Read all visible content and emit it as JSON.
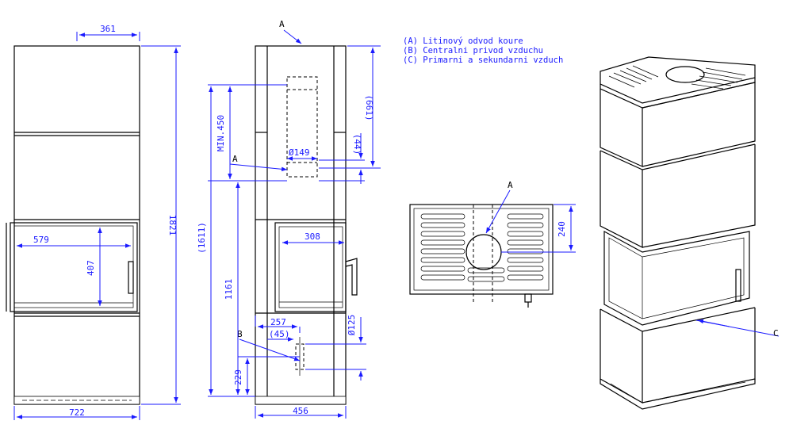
{
  "legend": [
    "(A)  Litinový odvod koure",
    "(B)  Centralni privod vzduchu",
    "(C)  Primarni a sekundarni vzduch"
  ],
  "front_view": {
    "dim_top": "361",
    "dim_height": "1821",
    "dim_opening_width": "579",
    "dim_opening_height": "407",
    "dim_base_width": "722"
  },
  "side_view": {
    "label_a": "A",
    "label_a_side": "A",
    "label_b": "B",
    "dim_661": "(661)",
    "dim_44": "(44)",
    "dim_flue": "Ø149",
    "dim_min450": "MIN.450",
    "dim_1611": "(1611)",
    "dim_1161": "1161",
    "dim_229": "229",
    "dim_308": "308",
    "dim_257": "257",
    "dim_45": "(45)",
    "dim_air": "Ø125",
    "dim_base_width": "456"
  },
  "top_view": {
    "label_a": "A",
    "dim_240": "240"
  },
  "iso_view": {
    "label_c": "C"
  }
}
